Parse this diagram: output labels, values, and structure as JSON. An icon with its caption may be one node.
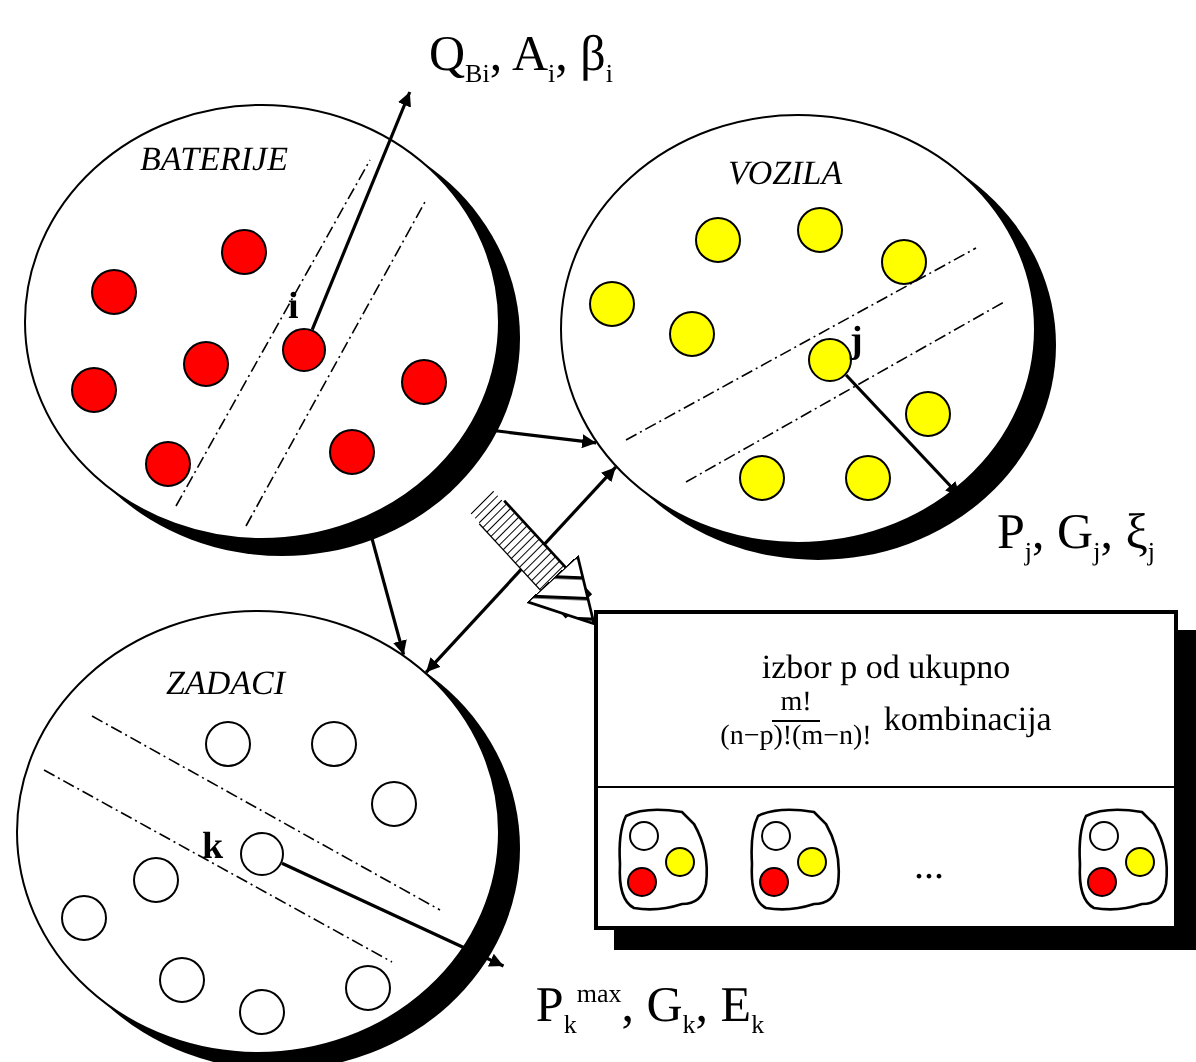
{
  "diagram": {
    "nodes": [
      {
        "text": [
          "BATERIJE"
        ]
      },
      {
        "text": [],
        "shape": "circle",
        "in": 0,
        "beside": [
          "i"
        ]
      },
      {
        "text": [
          "Q$_{Bi}$, A$_{i}$, β$_{i}$"
        ]
      },
      {
        "text": [
          "VOZILA"
        ]
      },
      {
        "text": [],
        "shape": "circle",
        "in": 3,
        "beside": [
          "j"
        ]
      },
      {
        "text": [
          "P$_{j}$, G$_{j}$, ξ$_{j}$"
        ]
      },
      {
        "text": [
          "ZADACI"
        ]
      },
      {
        "text": [],
        "shape": "circle",
        "in": 6,
        "beside": [
          "k"
        ]
      },
      {
        "text": [
          "P$_{k}$$^{max}$, G$_{k}$, E$_{k}$"
        ]
      },
      {
        "text": [
          "izbor p od ukupno",
          "m!",
          "(n−p)!(m−n)!",
          "kombinacija"
        ]
      }
    ],
    "edges": [
      {
        "from": 1,
        "to": 2,
        "arrow": "to"
      },
      {
        "from": 4,
        "to": 5,
        "arrow": "to"
      },
      {
        "from": 7,
        "to": 8,
        "arrow": "to"
      },
      {
        "from": 0,
        "to": 3,
        "arrow": "both"
      },
      {
        "from": 0,
        "to": 6,
        "arrow": "both"
      },
      {
        "from": 6,
        "to": 3,
        "arrow": "both"
      },
      {
        "from": null,
        "to": 9,
        "arrow": "to",
        "style": "thick"
      }
    ],
    "labels": [
      "..."
    ]
  }
}
